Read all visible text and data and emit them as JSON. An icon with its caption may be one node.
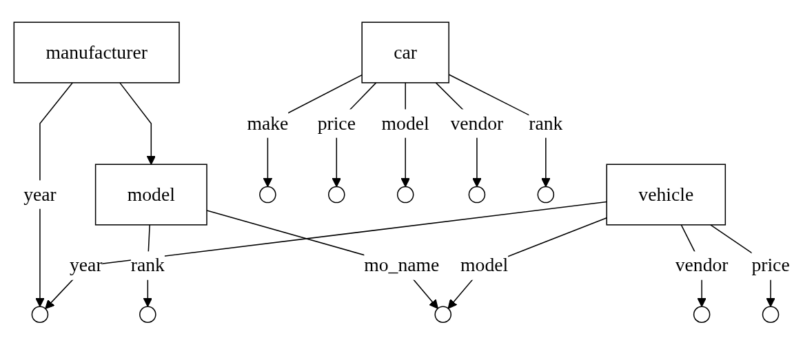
{
  "diagram": {
    "nodes": [
      {
        "text": [
          "manufacturer"
        ]
      },
      {
        "text": [],
        "shape": "circle"
      },
      {
        "text": [
          "vehicle"
        ]
      },
      {
        "text": [
          "model"
        ]
      },
      {
        "text": [],
        "shape": "circle"
      },
      {
        "text": [],
        "shape": "circle"
      },
      {
        "text": [],
        "shape": "circle"
      },
      {
        "text": [],
        "shape": "circle"
      },
      {
        "text": [
          "car"
        ]
      },
      {
        "text": [],
        "shape": "circle"
      },
      {
        "text": [],
        "shape": "circle"
      },
      {
        "text": [],
        "shape": "circle"
      },
      {
        "text": [],
        "shape": "circle"
      },
      {
        "text": [],
        "shape": "circle"
      }
    ],
    "edges": [
      {
        "from": 0,
        "to": 1,
        "label": "year",
        "arrow": "to"
      },
      {
        "from": 2,
        "to": 1,
        "label": "year",
        "arrow": "to"
      },
      {
        "from": 0,
        "to": 3,
        "arrow": "to"
      },
      {
        "from": 3,
        "to": 4,
        "label": "rank",
        "arrow": "to"
      },
      {
        "from": 3,
        "to": 5,
        "label": "mo_name",
        "arrow": "to"
      },
      {
        "from": 2,
        "to": 5,
        "label": "model",
        "arrow": "to"
      },
      {
        "from": 2,
        "to": 6,
        "label": "vendor",
        "arrow": "to"
      },
      {
        "from": 2,
        "to": 7,
        "label": "price",
        "arrow": "to"
      },
      {
        "from": 8,
        "to": 9,
        "label": "make",
        "arrow": "to"
      },
      {
        "from": 8,
        "to": 10,
        "label": "price",
        "arrow": "to"
      },
      {
        "from": 8,
        "to": 11,
        "label": "model",
        "arrow": "to"
      },
      {
        "from": 8,
        "to": 12,
        "label": "vendor",
        "arrow": "to"
      },
      {
        "from": 8,
        "to": 13,
        "label": "rank",
        "arrow": "to"
      }
    ]
  }
}
